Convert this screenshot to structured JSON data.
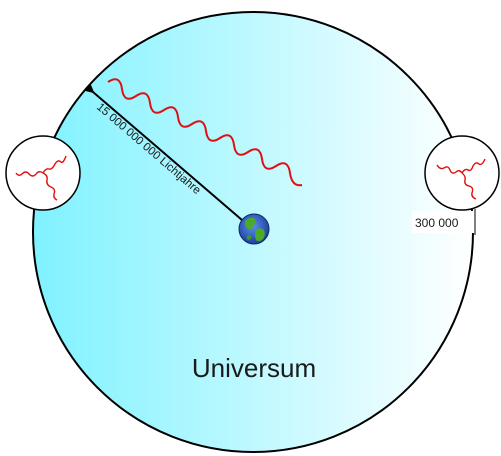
{
  "diagram": {
    "universe_label": "Universum",
    "distance_label": "15 000 000 000 Lichtjahre",
    "patch_label": "300 000",
    "colors": {
      "universe_left": "#7ff2ff",
      "universe_right": "#ffffff",
      "wave": "#e01010",
      "arrow": "#000000",
      "earth_ocean": "#2a5fc8",
      "earth_land": "#4caa2a"
    }
  }
}
